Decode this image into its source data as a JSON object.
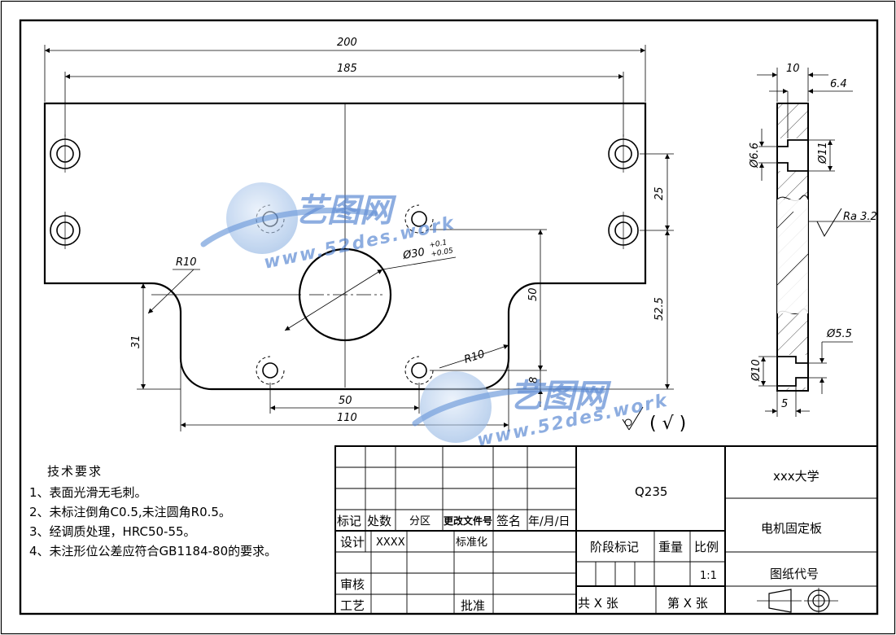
{
  "drawing": {
    "dims_front": {
      "overall_width": "200",
      "hole_spacing": "185",
      "bore": "Ø30",
      "bore_tol_upper": "+0.1",
      "bore_tol_lower": "+0.05",
      "radius_left": "R10",
      "radius_right": "R10",
      "notch_depth": "31",
      "vertical_50": "50",
      "vertical_25": "25",
      "vertical_525": "52.5",
      "vertical_8": "8",
      "bottom_holes": "50",
      "notch_width": "110"
    },
    "dims_side": {
      "thickness": "10",
      "offset": "6.4",
      "hole_small": "Ø6.6",
      "hole_large": "Ø11",
      "roughness": "Ra 3.2",
      "hole_55": "Ø5.5",
      "hole_10": "Ø10",
      "depth_5": "5"
    },
    "surface_finish_note": "( √ )"
  },
  "tech_requirements": {
    "title": "技术要求",
    "items": [
      "1、表面光滑无毛刺。",
      "2、未标注倒角C0.5,未注圆角R0.5。",
      "3、经调质处理，HRC50-55。",
      "4、未注形位公差应符合GB1184-80的要求。"
    ]
  },
  "title_block": {
    "material": "Q235",
    "school": "xxx大学",
    "part_name": "电机固定板",
    "drawing_code": "图纸代号",
    "headers": {
      "mark": "标记",
      "count": "处数",
      "zone": "分区",
      "change_doc": "更改文件号",
      "signature": "签名",
      "date": "年/月/日"
    },
    "design_label": "设计",
    "designer": "XXXX",
    "standardize": "标准化",
    "review": "审核",
    "process": "工艺",
    "approve": "批准",
    "stage_mark": "阶段标记",
    "weight": "重量",
    "scale_label": "比例",
    "scale_value": "1:1",
    "sheets_total": "共 X 张",
    "sheet_no": "第 X 张"
  },
  "watermark": {
    "brand": "艺图网",
    "url": "www.52des.work"
  }
}
